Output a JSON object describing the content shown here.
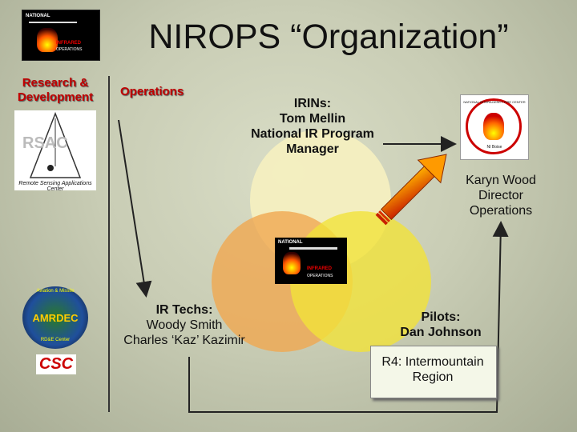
{
  "title": "NIROPS “Organization”",
  "research": {
    "line1": "Research &",
    "line2": "Development"
  },
  "operations_label": "Operations",
  "irins": {
    "line1": "IRINs:",
    "line2": "Tom Mellin",
    "line3": "National IR Program",
    "line4": "Manager"
  },
  "karyn": {
    "name": "Karyn Wood",
    "title1": "Director",
    "title2": "Operations"
  },
  "irtech": {
    "head": "IR Techs:",
    "name1": "Woody Smith",
    "name2": "Charles ‘Kaz’ Kazimir"
  },
  "pilots": {
    "head": "Pilots:",
    "name": "Dan Johnson"
  },
  "r4": {
    "line1": "R4: Intermountain",
    "line2": "Region"
  },
  "logos": {
    "nirops_top": {
      "line1": "NATIONAL",
      "line2": "INFRARED",
      "line3": "OPERATIONS"
    },
    "rsac": {
      "acronym": "RSAC",
      "caption": "Remote Sensing Applications Center"
    },
    "center": {
      "line1": "NATIONAL",
      "line2": "INFRARED",
      "line3": "OPERATIONS"
    },
    "nifc": {
      "caption": "NATIONAL INTERAGENCY FIRE CENTER",
      "sub": "NI Boise"
    },
    "amrdec": {
      "name": "AMRDEC",
      "arc_top": "Aviation & Missile",
      "arc_bottom": "RD&E Center"
    },
    "csc": "CSC"
  },
  "colors": {
    "red_label": "#c00000",
    "arrow_orange": "#e85a00",
    "venn_yellow": "#f1e970"
  }
}
